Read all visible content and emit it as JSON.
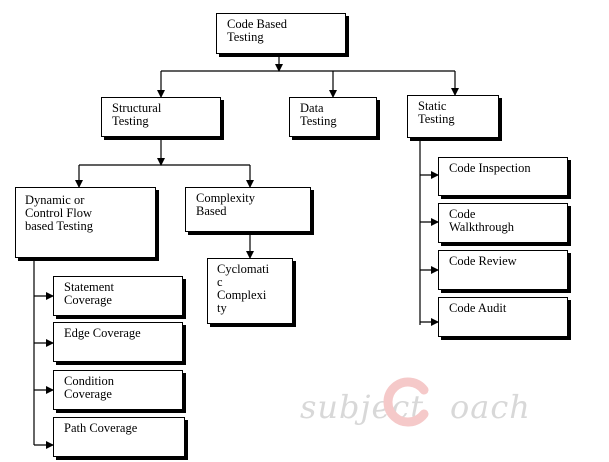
{
  "diagram": {
    "colors": {
      "stroke": "#000000",
      "box_fill": "#ffffff",
      "watermark": "#9a9a9a",
      "watermark_accent": "#e57373"
    },
    "nodes": [
      {
        "id": "code-based-testing",
        "lines": [
          "Code Based",
          "Testing"
        ]
      },
      {
        "id": "structural-testing",
        "lines": [
          "Structural",
          "Testing"
        ]
      },
      {
        "id": "data-testing",
        "lines": [
          "Data",
          "Testing"
        ]
      },
      {
        "id": "static-testing",
        "lines": [
          "Static",
          "Testing"
        ]
      },
      {
        "id": "dynamic-control-flow",
        "lines": [
          "Dynamic or",
          "Control Flow",
          "based Testing"
        ]
      },
      {
        "id": "complexity-based",
        "lines": [
          "Complexity",
          "Based"
        ]
      },
      {
        "id": "cyclomatic-complexity",
        "lines": [
          "Cyclomati",
          "c",
          "Complexi",
          "ty"
        ]
      },
      {
        "id": "statement-coverage",
        "lines": [
          "Statement",
          "Coverage"
        ]
      },
      {
        "id": "edge-coverage",
        "lines": [
          "Edge Coverage"
        ]
      },
      {
        "id": "condition-coverage",
        "lines": [
          "Condition",
          "Coverage"
        ]
      },
      {
        "id": "path-coverage",
        "lines": [
          "Path Coverage"
        ]
      },
      {
        "id": "code-inspection",
        "lines": [
          "Code Inspection"
        ]
      },
      {
        "id": "code-walkthrough",
        "lines": [
          "Code",
          "Walkthrough"
        ]
      },
      {
        "id": "code-review",
        "lines": [
          "Code Review"
        ]
      },
      {
        "id": "code-audit",
        "lines": [
          "Code Audit"
        ]
      }
    ],
    "watermark": {
      "text_before": "subject",
      "text_after": "oach",
      "logo_letter": "C"
    }
  }
}
